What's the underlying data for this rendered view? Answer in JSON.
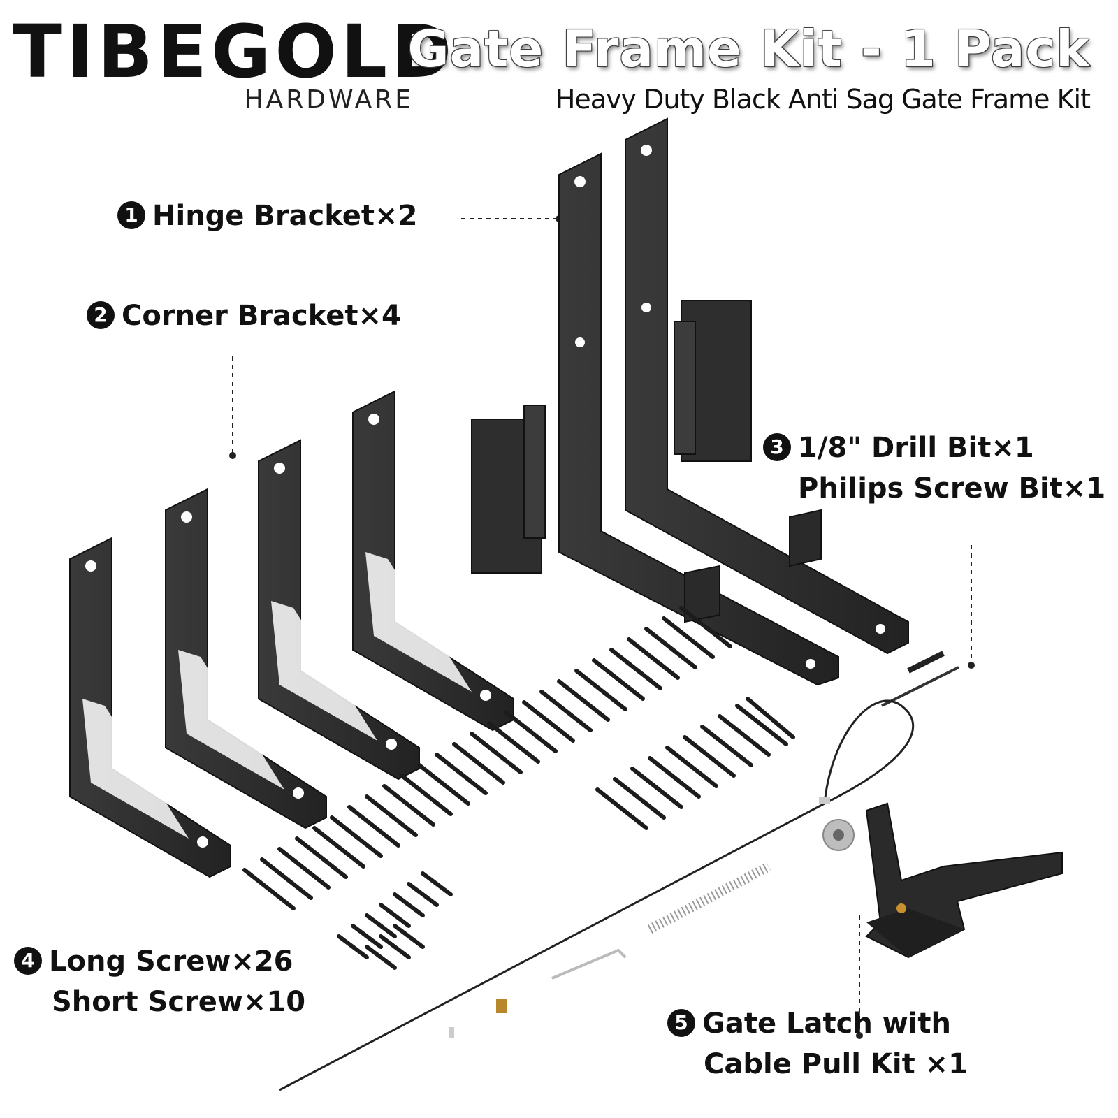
{
  "brand": {
    "name": "TIBEGOLD",
    "sub": "HARDWARE"
  },
  "title": "Gate Frame Kit - 1 Pack",
  "subtitle": "Heavy Duty Black Anti Sag Gate Frame Kit",
  "items": [
    {
      "num": "1",
      "lines": [
        "Hinge Bracket×2"
      ]
    },
    {
      "num": "2",
      "lines": [
        "Corner Bracket×4"
      ]
    },
    {
      "num": "3",
      "lines": [
        "1/8\" Drill Bit×1",
        "Philips Screw Bit×1"
      ]
    },
    {
      "num": "4",
      "lines": [
        "Long Screw×26",
        "Short Screw×10"
      ]
    },
    {
      "num": "5",
      "lines": [
        "Gate Latch with",
        "Cable Pull Kit ×1"
      ]
    }
  ],
  "colors": {
    "metal": "#2b2b2b",
    "metal_edge": "#4a4a4a",
    "text": "#111111"
  }
}
